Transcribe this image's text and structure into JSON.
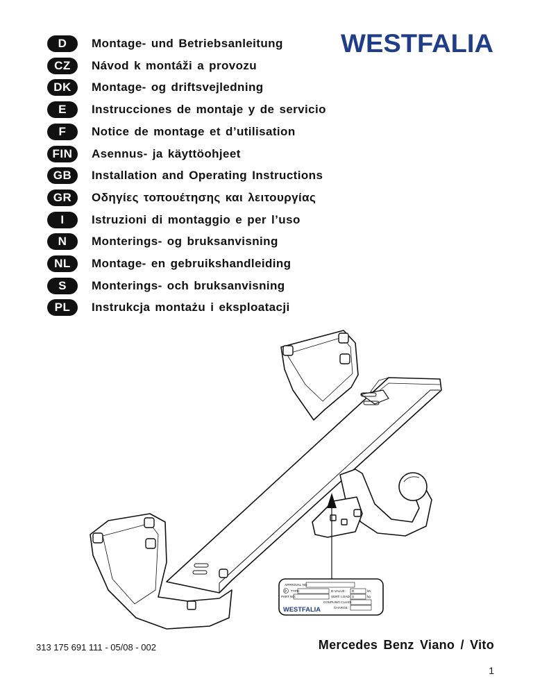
{
  "brand": {
    "logo_text": "WESTFALIA",
    "color": "#1f3d8a"
  },
  "languages": [
    {
      "code": "D",
      "title": "Montage- und Betriebsanleitung"
    },
    {
      "code": "CZ",
      "title": "Návod k montáži a provozu"
    },
    {
      "code": "DK",
      "title": "Montage- og driftsvejledning"
    },
    {
      "code": "E",
      "title": "Instrucciones de montaje y de servicio"
    },
    {
      "code": "F",
      "title": "Notice de montage et d’utilisation"
    },
    {
      "code": "FIN",
      "title": "Asennus- ja käyttöohjeet"
    },
    {
      "code": "GB",
      "title": "Installation and Operating Instructions"
    },
    {
      "code": "GR",
      "title": "Οδηγίες τοπουέτησης και λειτουργίας"
    },
    {
      "code": "I",
      "title": "Istruzioni di montaggio e per l’uso"
    },
    {
      "code": "N",
      "title": "Monterings- og bruksanvisning"
    },
    {
      "code": "NL",
      "title": "Montage- en gebruikshandleiding"
    },
    {
      "code": "S",
      "title": "Monterings- och bruksanvisning"
    },
    {
      "code": "PL",
      "title": "Instrukcja montażu i eksploatacji"
    }
  ],
  "label_plate": {
    "approval": "APPROVAL NO:",
    "type": "TYPE:",
    "part": "PART NO:",
    "dvalue": "D-VALUE:",
    "dvalue_unit": "kN",
    "vertload": "VERT. LOAD:",
    "vertload_unit": "kg",
    "coupling": "COUPLING CLASS:",
    "charge": "CHARGE:",
    "d_symbol": "D",
    "s_symbol": "S",
    "brand": "WESTFALIA"
  },
  "footer": {
    "doc_number": "313 175 691 111 - 05/08 - 002",
    "vehicle": "Mercedes Benz Viano / Vito",
    "page": "1"
  }
}
